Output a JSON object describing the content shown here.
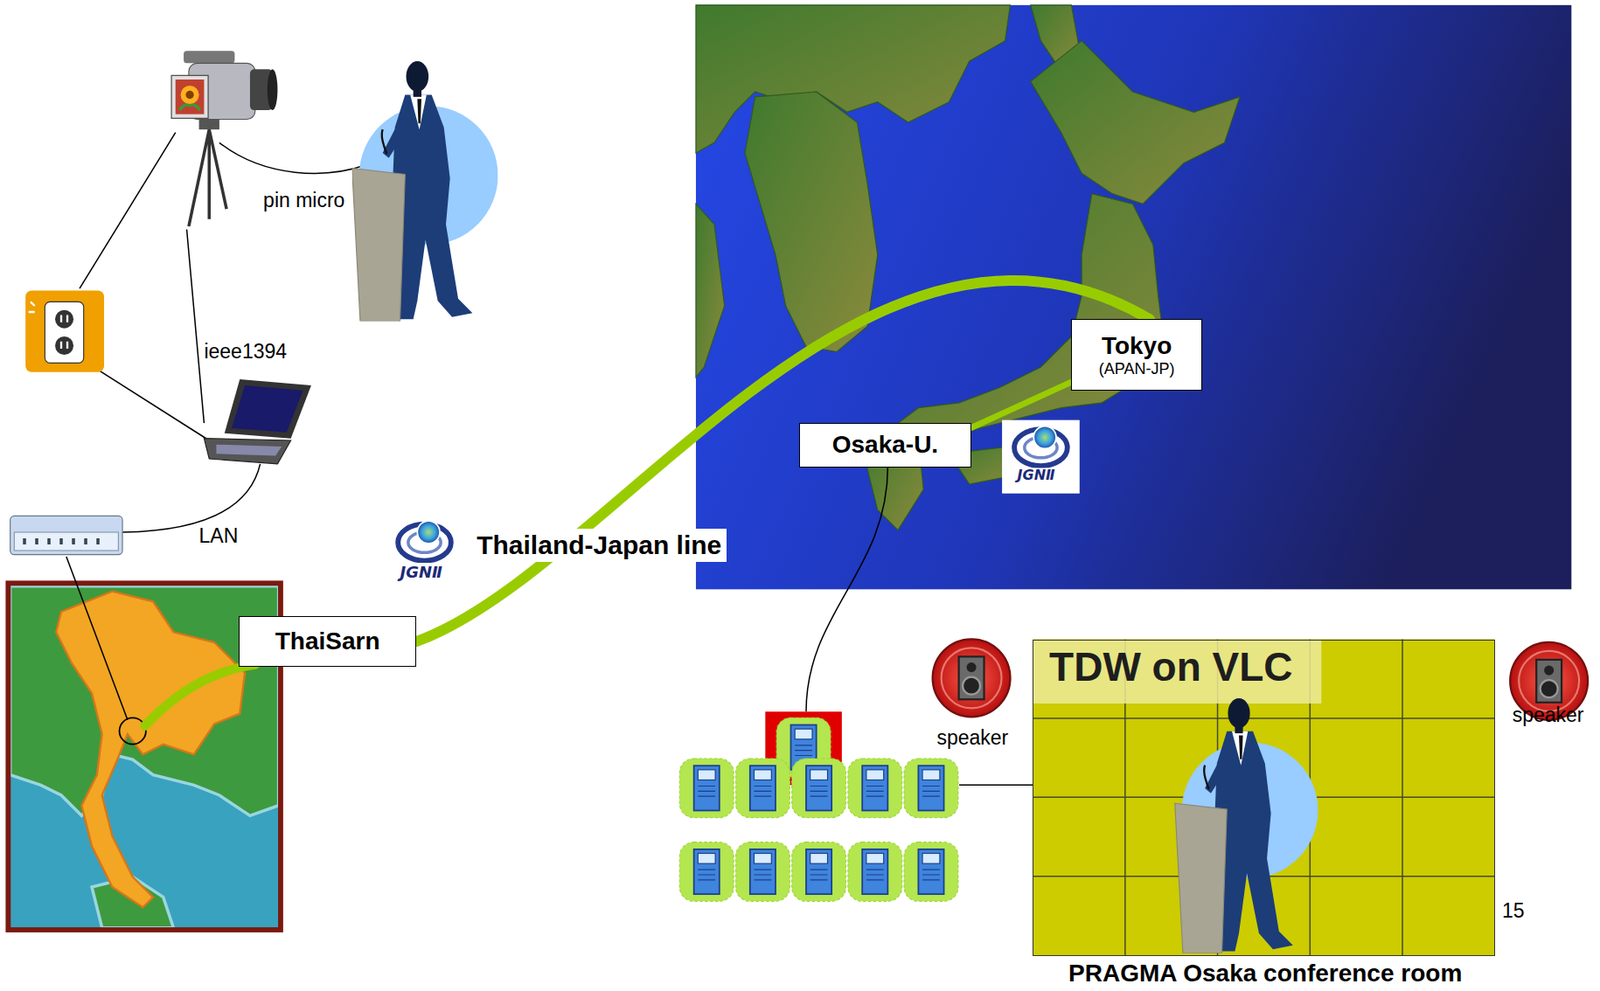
{
  "diagram": {
    "nodes": [
      {
        "text": [
          "Tokyo",
          "(APAN-JP)"
        ]
      },
      {
        "text": [
          "Osaka-U."
        ]
      },
      {
        "text": [
          "ThaiSarn"
        ]
      },
      {
        "text": [
          "TDW on VLC"
        ]
      }
    ],
    "edges": [
      {
        "from": 2,
        "to": 0,
        "arrow": "none",
        "label": "Thailand-Japan line"
      },
      {
        "from": 1,
        "to": 0,
        "arrow": "none"
      }
    ],
    "labels": [
      "pin micro",
      "ieee1394",
      "LAN",
      "JGNⅡ",
      "JGNⅡ",
      "speaker",
      "speaker",
      "15",
      "PRAGMA Osaka conference room"
    ]
  }
}
